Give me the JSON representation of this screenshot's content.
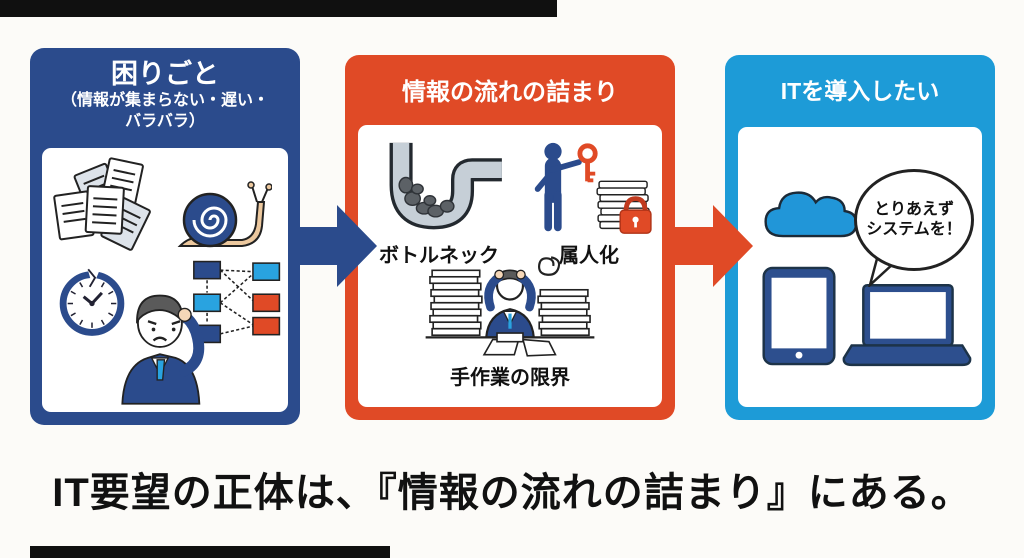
{
  "colors": {
    "navy": "#2b4b8c",
    "red": "#e04a26",
    "blue": "#1d9bd7",
    "light_blue": "#29a3e0",
    "background": "#fcfbf8",
    "ink": "#111111"
  },
  "panels": {
    "problems": {
      "title": "困りごと",
      "subtitle_line1": "（情報が集まらない・遅い・",
      "subtitle_line2": "バラバラ）",
      "icons": [
        "scattered-papers-icon",
        "snail-icon",
        "broken-clock-icon",
        "scattered-flowchart-icon",
        "confused-worker-icon"
      ]
    },
    "blockage": {
      "title": "情報の流れの詰まり",
      "items": [
        {
          "icon": "clogged-pipe-icon",
          "label": "ボトルネック"
        },
        {
          "icon": "key-holder-icon",
          "label": "属人化"
        },
        {
          "icon": "overworked-person-icon",
          "label": "手作業の限界"
        }
      ]
    },
    "it_request": {
      "title": "ITを導入したい",
      "speech_bubble": {
        "line1": "とりあえず",
        "line2": "システムを！"
      },
      "icons": [
        "cloud-icon",
        "tablet-icon",
        "laptop-icon"
      ]
    }
  },
  "arrows": [
    {
      "name": "arrow-problems-to-blockage",
      "color": "#2b4b8c"
    },
    {
      "name": "arrow-blockage-to-it",
      "color": "#e04a26"
    }
  ],
  "headline": "IT要望の正体は、『情報の流れの詰まり』にある。"
}
